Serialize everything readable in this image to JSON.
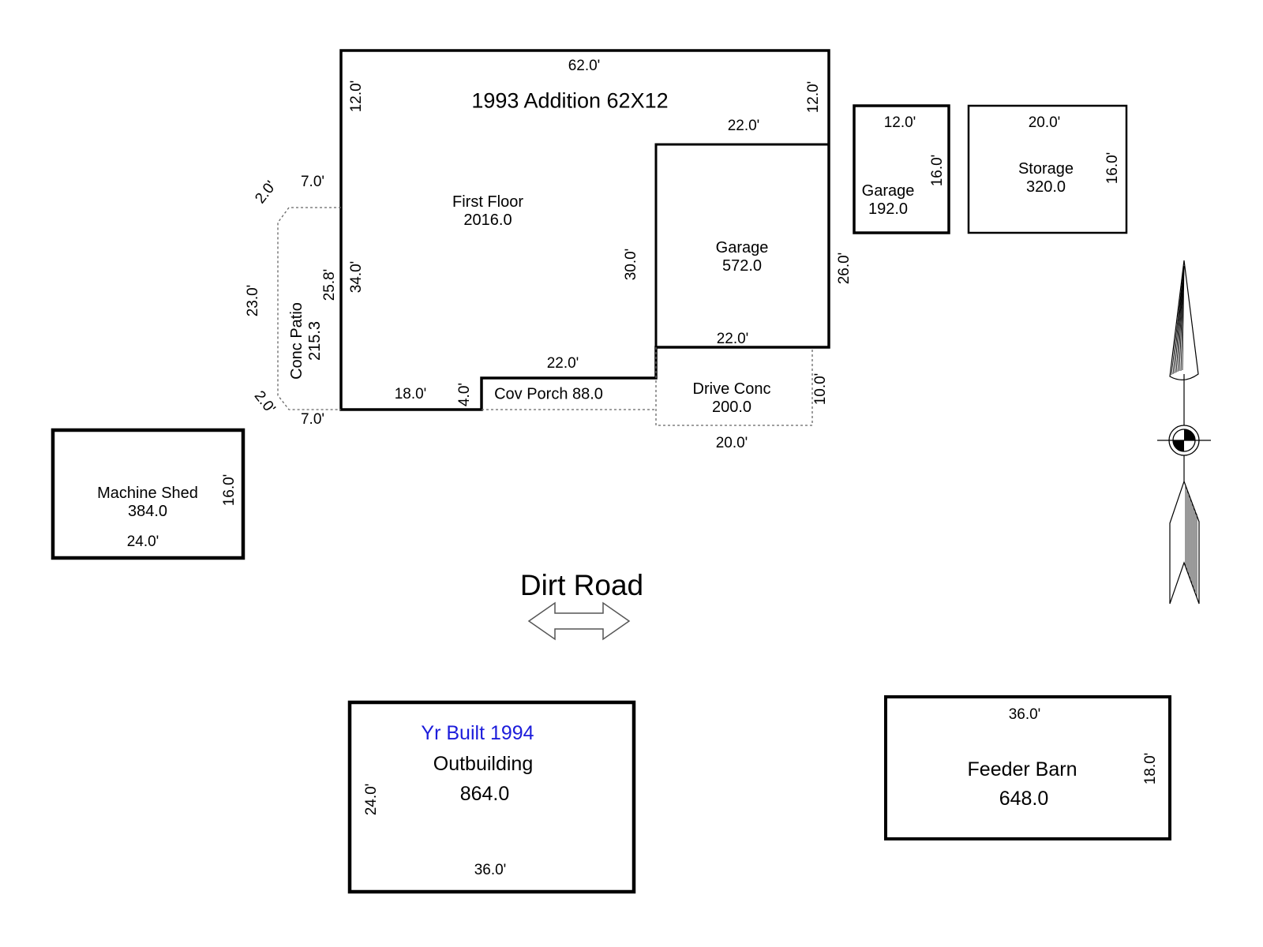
{
  "colors": {
    "line": "#000000",
    "background": "#ffffff",
    "year_built_blue": "#1c1cdb",
    "dashed_line": "#666666"
  },
  "main_building": {
    "top_width": "62.0'",
    "addition_label": "1993 Addition 62X12",
    "addition_depth_left": "12.0'",
    "addition_depth_right": "12.0'",
    "first_floor_name": "First Floor",
    "first_floor_area": "2016.0",
    "left_wall_height": "34.0'",
    "bottom_left_width": "18.0'",
    "porch_step_height": "4.0'"
  },
  "attached_garage": {
    "name": "Garage",
    "area": "572.0",
    "top_width": "22.0'",
    "left_wall_height": "30.0'",
    "right_wall_height": "26.0'",
    "bottom_width": "22.0'"
  },
  "cov_porch": {
    "label": "Cov Porch 88.0",
    "top_width": "22.0'"
  },
  "conc_patio": {
    "name": "Conc Patio",
    "area": "215.3",
    "top_width": "7.0'",
    "bottom_width": "7.0'",
    "left_height": "23.0'",
    "right_height": "25.8'",
    "top_chamfer": "2.0'",
    "bottom_chamfer": "2.0'"
  },
  "drive_conc": {
    "name": "Drive Conc",
    "area": "200.0",
    "right_height": "10.0'",
    "bottom_width": "20.0'"
  },
  "detached_garage": {
    "name": "Garage",
    "area": "192.0",
    "top_width": "12.0'",
    "right_height": "16.0'"
  },
  "storage_building": {
    "name": "Storage",
    "area": "320.0",
    "top_width": "20.0'",
    "right_height": "16.0'"
  },
  "machine_shed": {
    "name": "Machine Shed",
    "area": "384.0",
    "right_height": "16.0'",
    "bottom_width": "24.0'"
  },
  "dirt_road": {
    "label": "Dirt Road",
    "arrow_icon": "double-headed-road-arrow"
  },
  "outbuilding": {
    "year_built": "Yr Built 1994",
    "name": "Outbuilding",
    "area": "864.0",
    "left_height": "24.0'",
    "bottom_width": "36.0'"
  },
  "feeder_barn": {
    "name": "Feeder Barn",
    "area": "648.0",
    "top_width": "36.0'",
    "right_height": "18.0'"
  },
  "compass": {
    "icon": "north-arrow-compass"
  }
}
